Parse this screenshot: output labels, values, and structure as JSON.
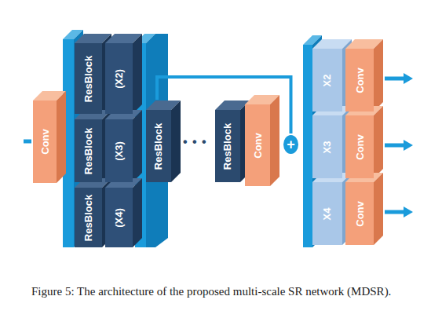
{
  "diagram": {
    "caption": "Figure 5: The architecture of the proposed multi-scale SR network (MDSR).",
    "nodes": [
      {
        "text": [
          "Conv"
        ]
      },
      {
        "text": [
          "ResBlock"
        ]
      },
      {
        "text": [
          "(X2)"
        ]
      },
      {
        "text": [
          "ResBlock"
        ]
      },
      {
        "text": [
          "(X3)"
        ]
      },
      {
        "text": [
          "ResBlock"
        ]
      },
      {
        "text": [
          "(X4)"
        ]
      },
      {
        "text": [
          "ResBlock"
        ]
      },
      {
        "text": [
          "ResBlock"
        ]
      },
      {
        "text": [
          "Conv"
        ]
      },
      {
        "text": [
          "+"
        ]
      },
      {
        "text": [
          "X2"
        ]
      },
      {
        "text": [
          "Conv"
        ]
      },
      {
        "text": [
          "X3"
        ]
      },
      {
        "text": [
          "Conv"
        ]
      },
      {
        "text": [
          "X4"
        ]
      },
      {
        "text": [
          "Conv"
        ]
      }
    ],
    "edges": [
      {
        "from": 7,
        "to": 10,
        "arrow": "none"
      }
    ],
    "labels": [
      "• • •"
    ]
  }
}
